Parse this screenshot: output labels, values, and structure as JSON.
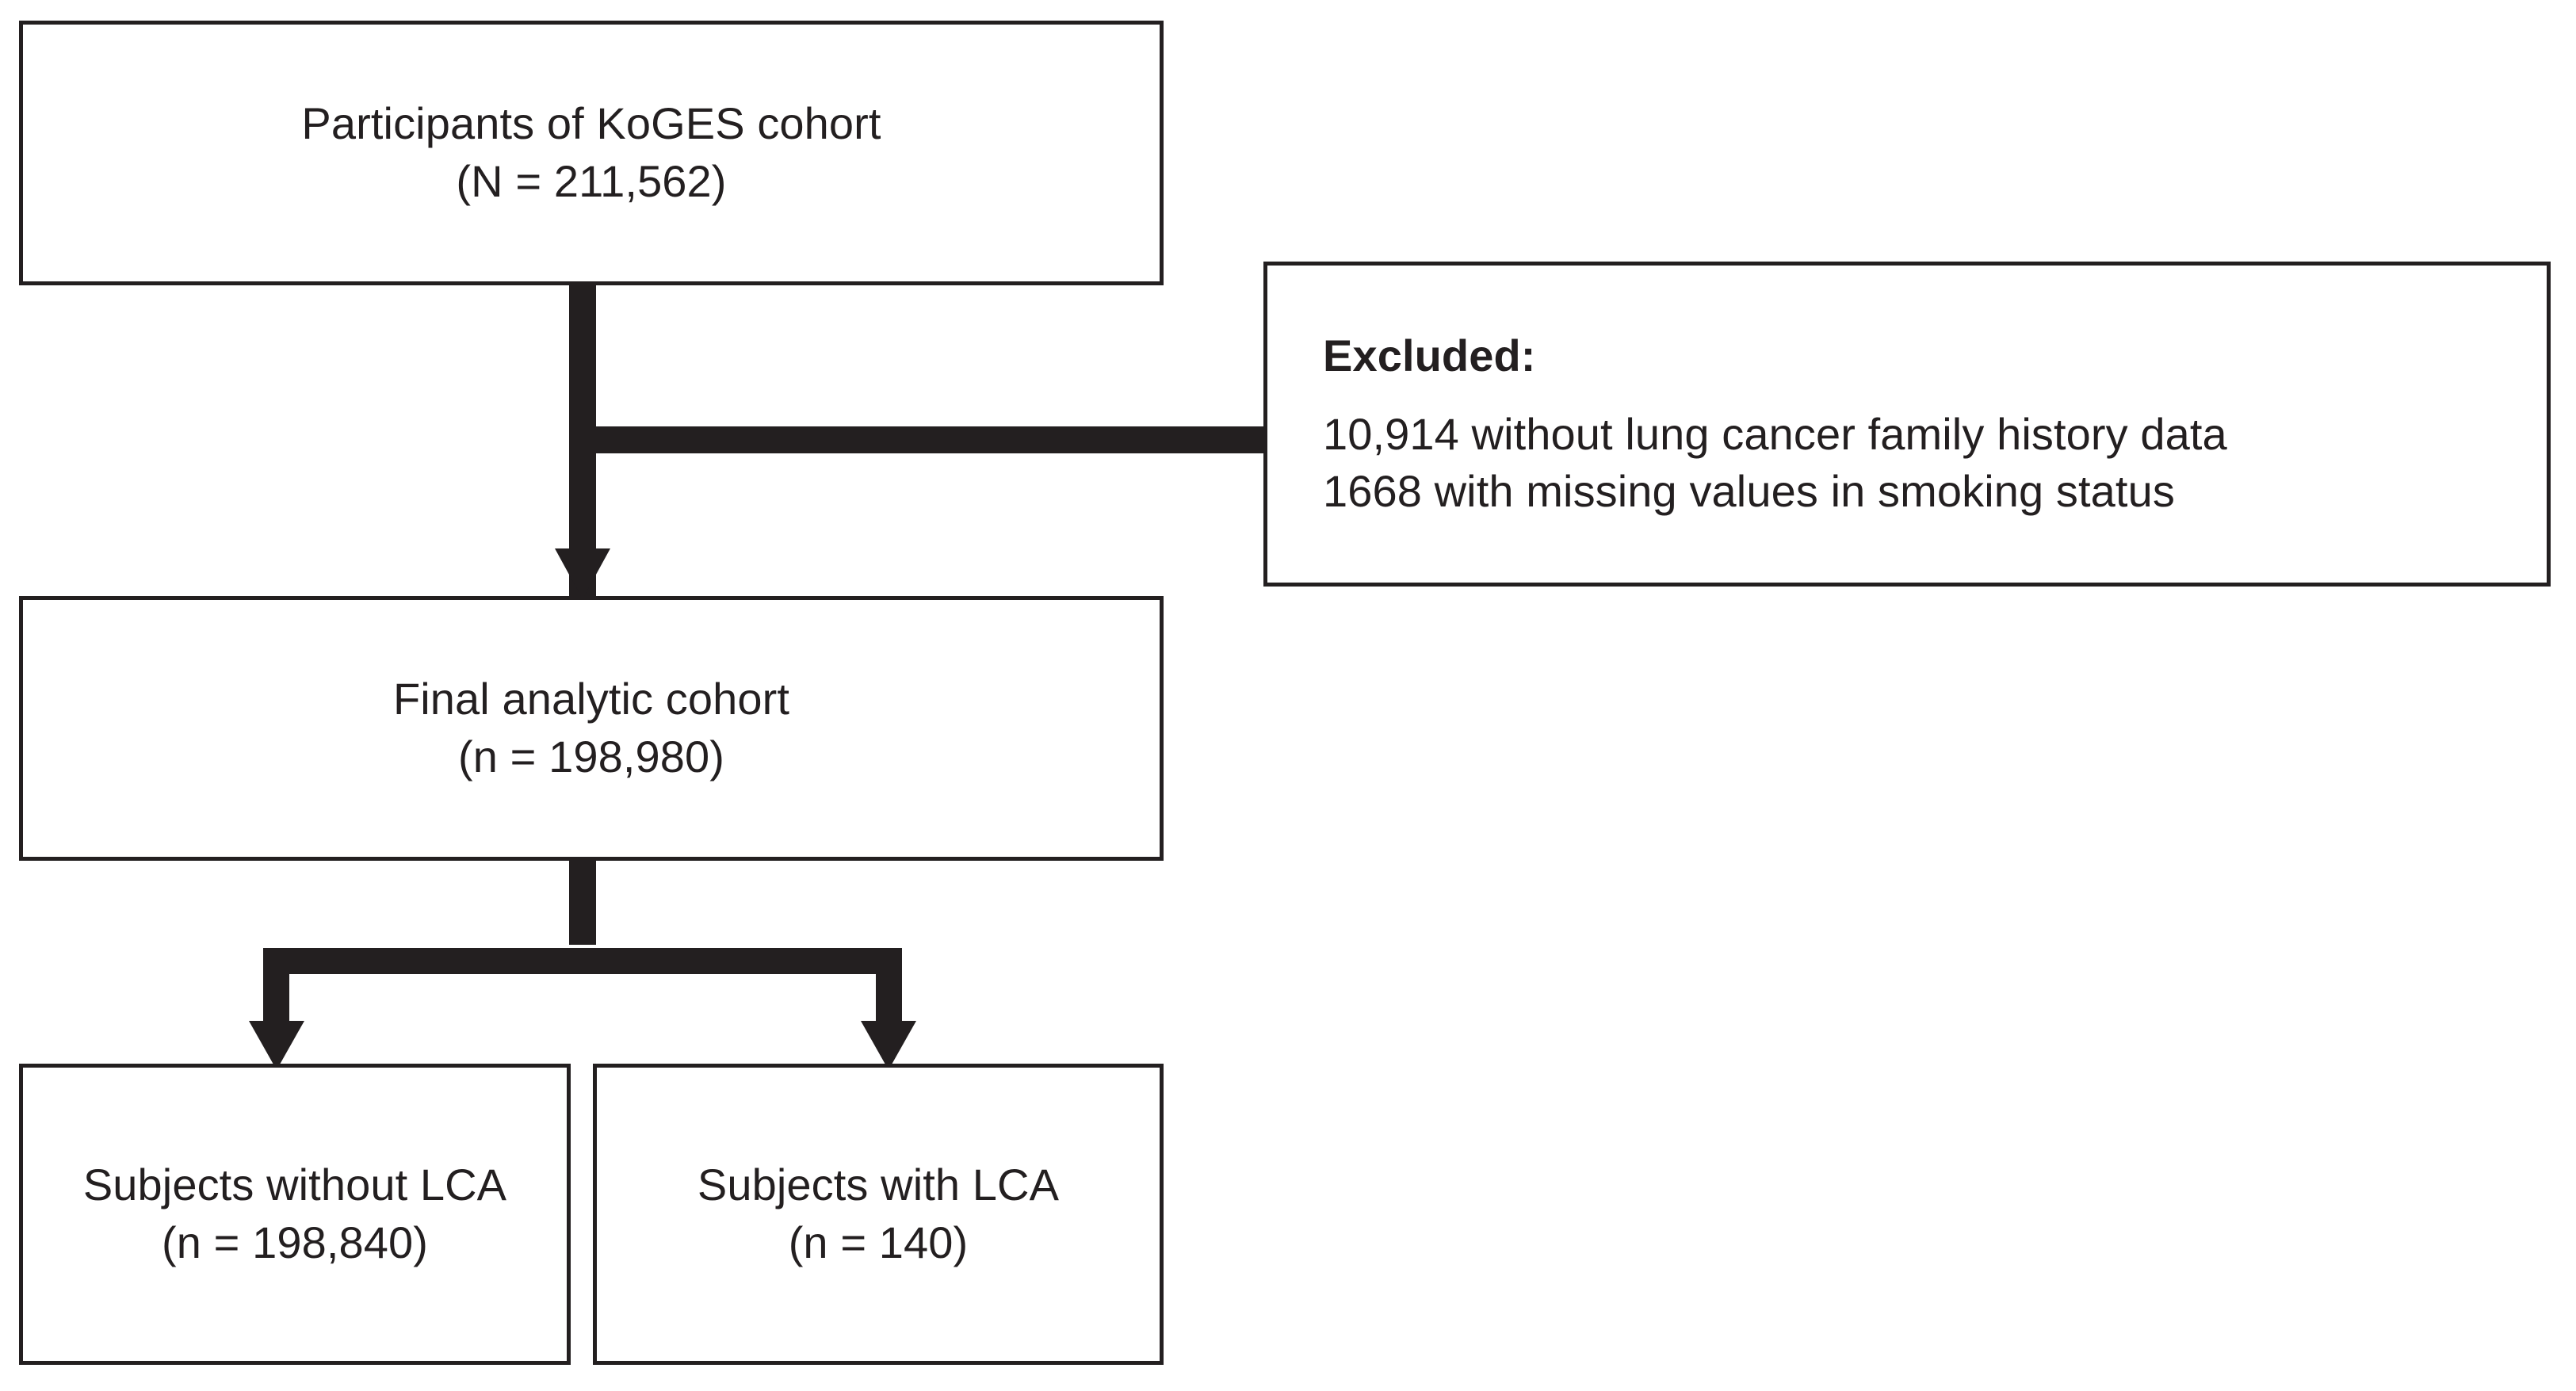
{
  "figure": {
    "type": "flowchart",
    "orientation": "top-to-bottom",
    "colors": {
      "stroke": "#231f20",
      "fill": "#ffffff"
    }
  },
  "nodes": {
    "participants": {
      "line1": "Participants of KoGES cohort",
      "line2": "(N = 211,562)"
    },
    "final_cohort": {
      "line1": "Final analytic cohort",
      "line2": "(n = 198,980)"
    },
    "without_lca": {
      "line1": "Subjects without LCA",
      "line2": "(n = 198,840)"
    },
    "with_lca": {
      "line1": "Subjects with LCA",
      "line2": "(n = 140)"
    },
    "excluded": {
      "heading": "Excluded:",
      "reason1": "10,914 without lung cancer family history data",
      "reason2": "1668 with missing values in smoking status"
    }
  },
  "connectors": {
    "trunk_label": "participants-to-final-cohort",
    "branch_label": "to-excluded",
    "split_label": "final-cohort-to-outcomes"
  }
}
